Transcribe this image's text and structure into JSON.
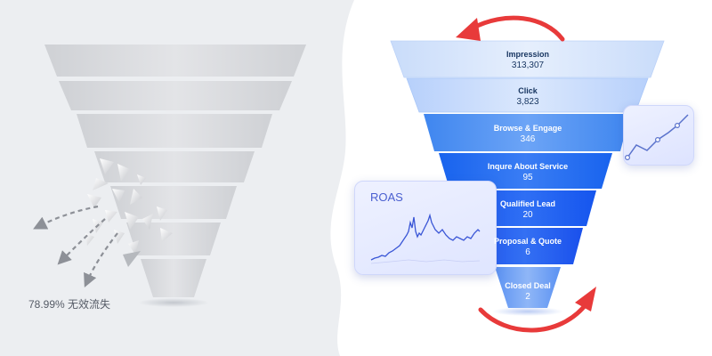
{
  "colors": {
    "left_panel_bg": "#eceef1",
    "gray_funnel": "#d6d8dc",
    "arrow_red": "#e83a3a",
    "dashed_arrow": "#8d9097",
    "funnel_top": "#d9e6fb",
    "funnel_bottom": "#1a55ee",
    "roas_line": "#3a56d6"
  },
  "lost_traffic": {
    "text": "78.99% 无效流失"
  },
  "funnel": {
    "stages": [
      {
        "name": "Impression",
        "value": "313,307"
      },
      {
        "name": "Click",
        "value": "3,823"
      },
      {
        "name": "Browse & Engage",
        "value": "346"
      },
      {
        "name": "Inqure About Service",
        "value": "95"
      },
      {
        "name": "Qualified Lead",
        "value": "20"
      },
      {
        "name": "Proposal & Quote",
        "value": "6"
      },
      {
        "name": "Closed Deal",
        "value": "2"
      }
    ]
  },
  "roas_card": {
    "title": "ROAS"
  },
  "icons": {
    "cycle_arrow_top": "curved-arrow-counterclockwise-icon",
    "cycle_arrow_bottom": "curved-arrow-clockwise-icon",
    "loss_arrows": "dashed-arrow-icon"
  }
}
